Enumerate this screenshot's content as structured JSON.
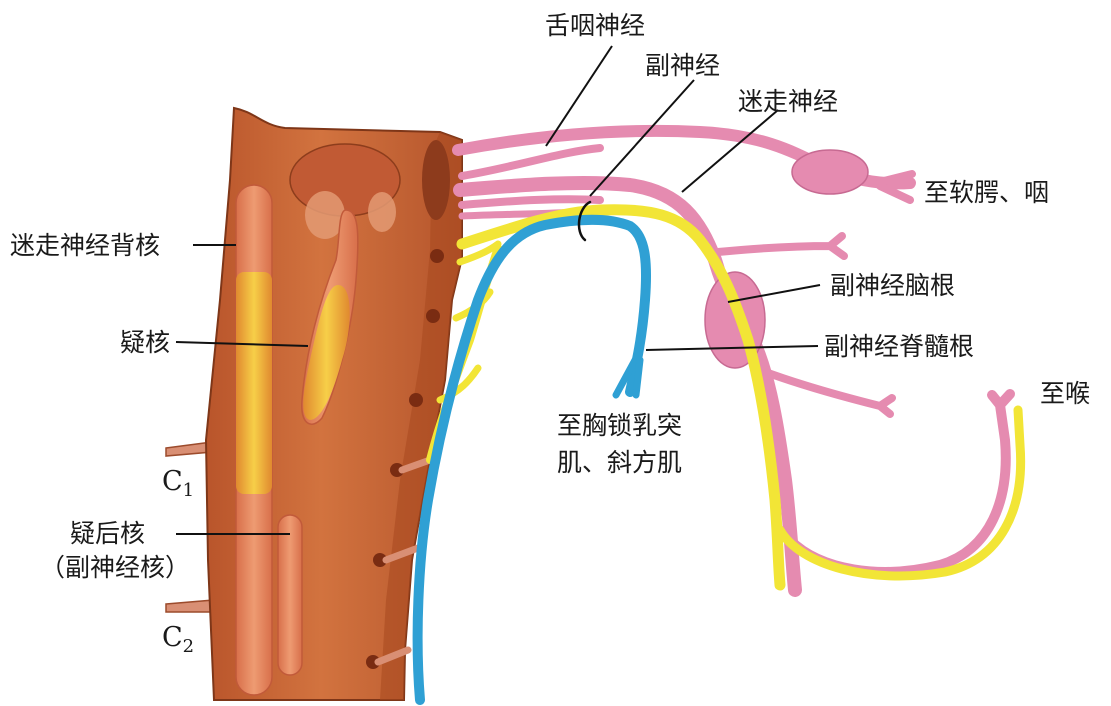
{
  "labels": {
    "glossopharyngeal": "舌咽神经",
    "accessory": "副神经",
    "vagus": "迷走神经",
    "to_palate_pharynx": "至软腭、咽",
    "dorsal_vagal_nucleus": "迷走神经背核",
    "nucleus_ambiguus": "疑核",
    "cranial_root": "副神经脑根",
    "spinal_root": "副神经脊髓根",
    "to_larynx": "至喉",
    "to_muscles_line1": "至胸锁乳突",
    "to_muscles_line2": "肌、斜方肌",
    "c1": "C",
    "c1_sub": "1",
    "c2": "C",
    "c2_sub": "2",
    "retroambiguus_line1": "疑后核",
    "retroambiguus_line2": "（副神经核）"
  },
  "colors": {
    "brainstem": "#c9683a",
    "brainstem_edge": "#8a3c1c",
    "nerve_pink": "#e58bb0",
    "nerve_yellow": "#f2e536",
    "nerve_blue": "#2fa0d4",
    "nucleus_yellow": "#f3b73a"
  }
}
